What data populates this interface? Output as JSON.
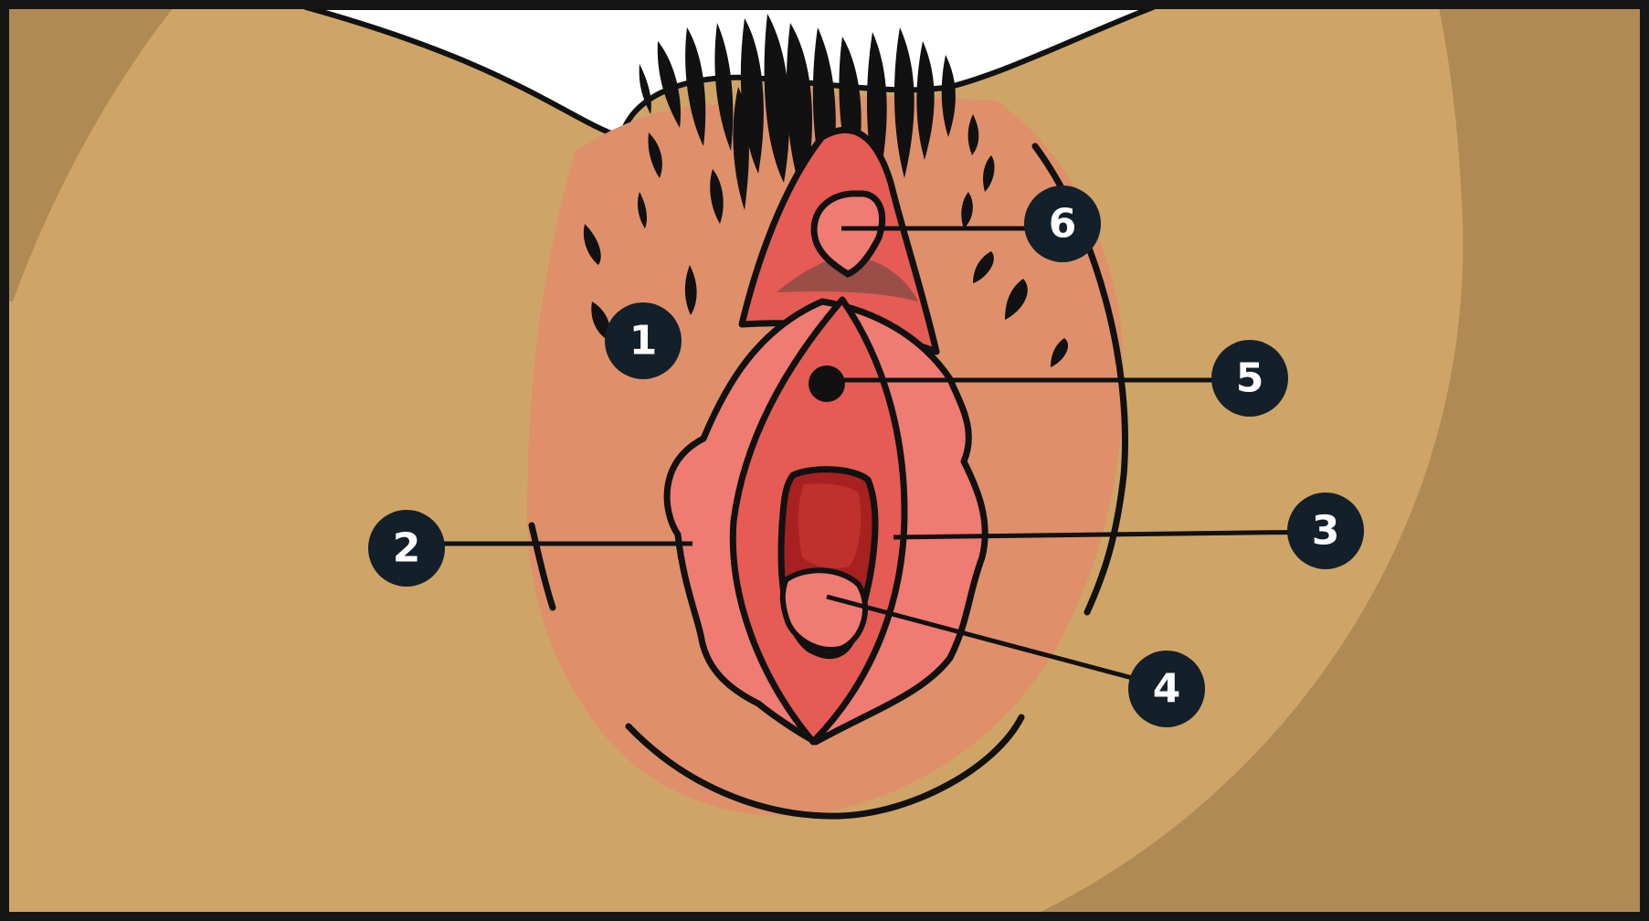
{
  "diagram": {
    "colors": {
      "frame": "#161616",
      "background_light": "#cfa567",
      "background_dark": "#b08a55",
      "skin": "#df906b",
      "labia_outer": "#ef7b72",
      "inner_red": "#e65b53",
      "deep_red": "#a6211f",
      "shadow": "#9b4e48",
      "marker_fill": "#13202a",
      "outline": "#111111",
      "hair": "#111111",
      "underwear": "#ffffff"
    },
    "markers": [
      {
        "id": "marker-1",
        "text": "1"
      },
      {
        "id": "marker-2",
        "text": "2"
      },
      {
        "id": "marker-3",
        "text": "3"
      },
      {
        "id": "marker-4",
        "text": "4"
      },
      {
        "id": "marker-5",
        "text": "5"
      },
      {
        "id": "marker-6",
        "text": "6"
      }
    ]
  }
}
